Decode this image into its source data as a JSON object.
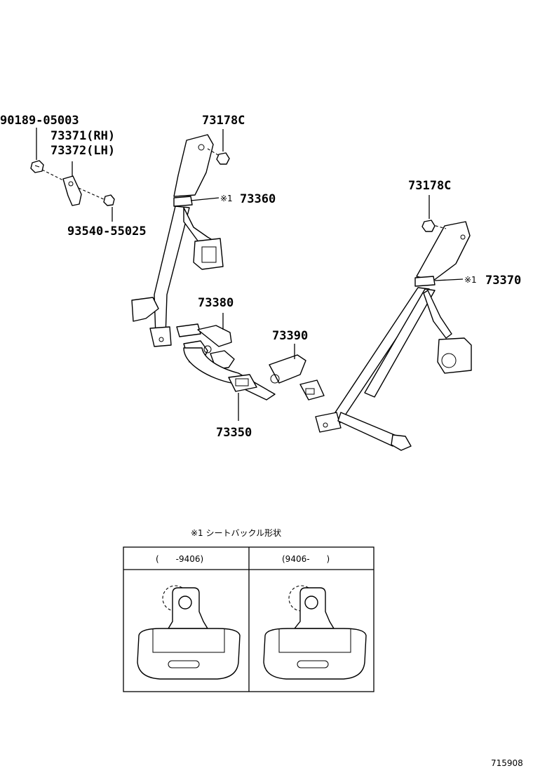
{
  "labels": {
    "bolt_top_left": "90189-05003",
    "anchor_rh": "73371(RH)",
    "anchor_lh": "73372(LH)",
    "bolt_bottom_left": "93540-55025",
    "nut_center": "73178C",
    "nut_right": "73178C",
    "belt_left": "73360",
    "belt_right": "73370",
    "buckle_upper": "73380",
    "buckle_right": "73390",
    "buckle_lower": "73350",
    "ref_mark_left": "※1",
    "ref_mark_right": "※1"
  },
  "inset": {
    "title": "※1  シートバックル形状",
    "col_left": "(　　-9406)",
    "col_right": "(9406-　　)"
  },
  "footer": {
    "diagram_id": "715908"
  }
}
